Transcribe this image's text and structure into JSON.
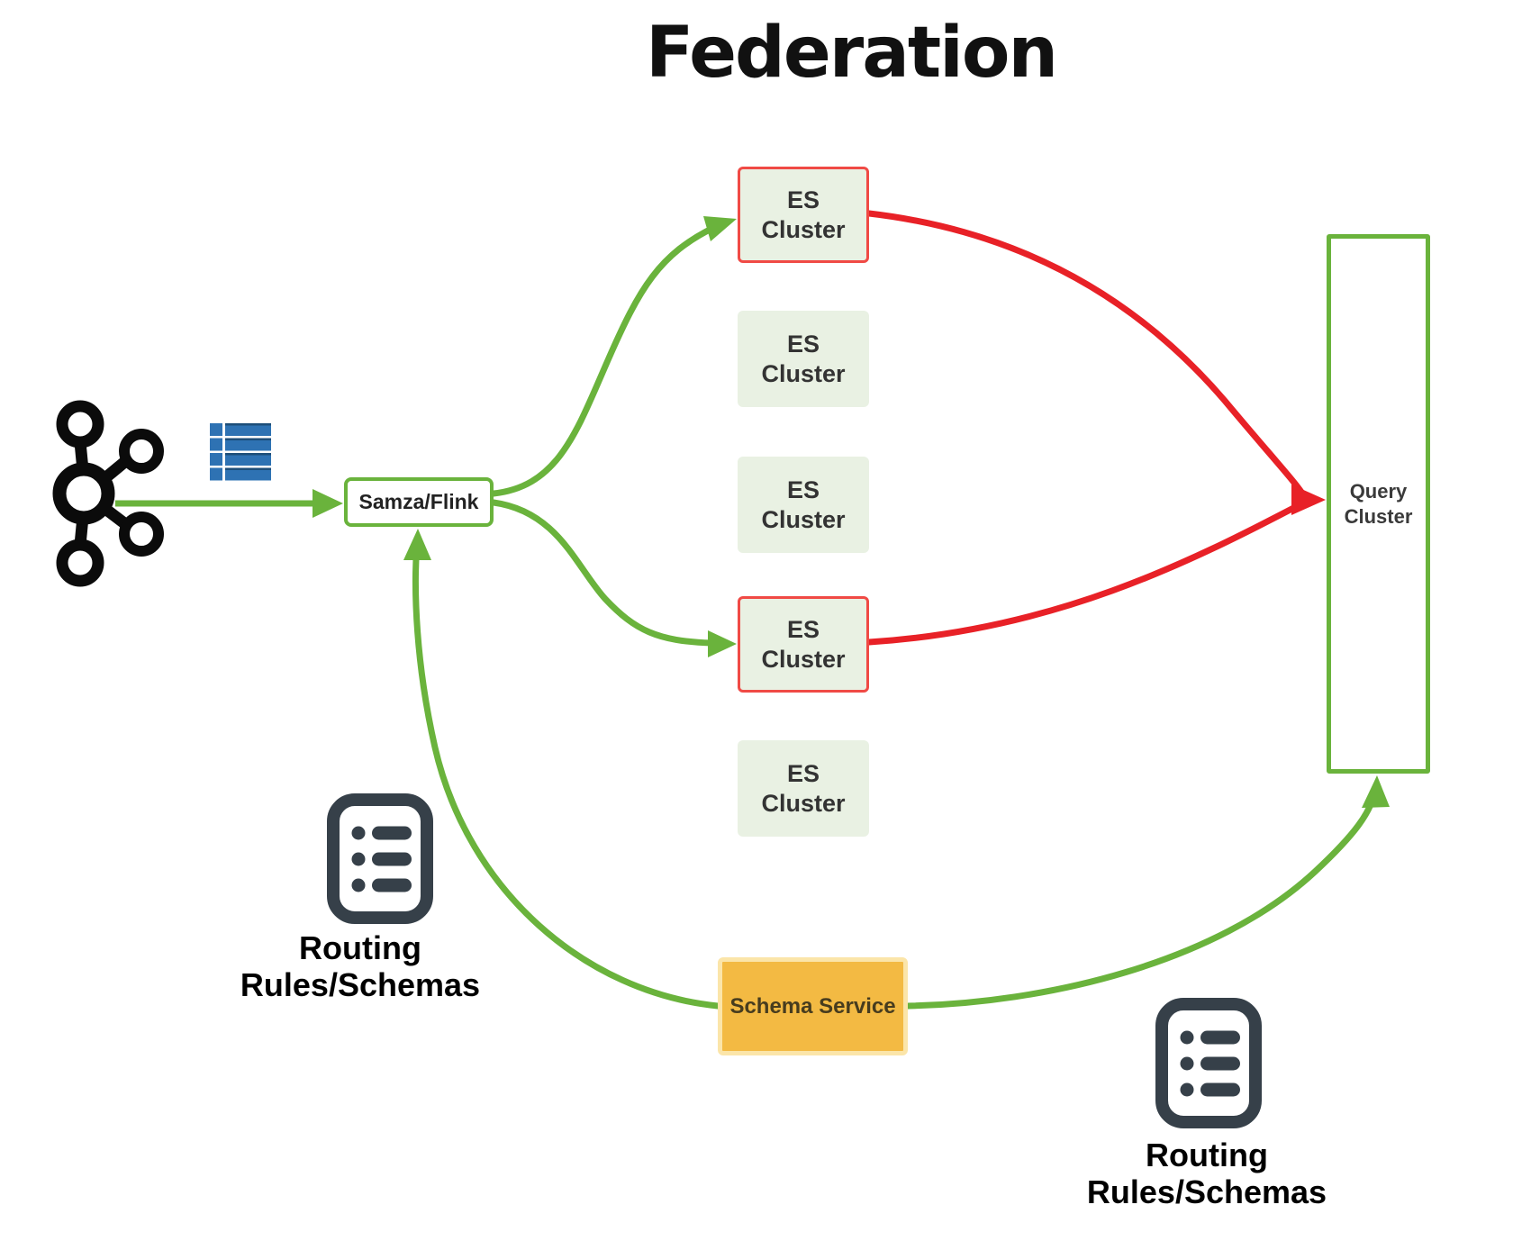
{
  "title": "Federation",
  "colors": {
    "green": "#6ab33c",
    "red": "#e82127",
    "red_border": "#f04a45",
    "es_fill": "#e9f1e3",
    "schema_fill": "#f3ba43",
    "schema_border": "#fbe5a9",
    "icon_dark": "#364049",
    "icon_blue": "#2e72b3",
    "icon_blue_dark": "#1d4e79",
    "text_dark": "#333333"
  },
  "nodes": {
    "kafka": {
      "icon": "kafka-logo"
    },
    "topic_table": {
      "icon": "topic-table"
    },
    "samza": {
      "label": "Samza/Flink"
    },
    "es_clusters": [
      {
        "label": "ES\nCluster",
        "highlighted": true
      },
      {
        "label": "ES\nCluster",
        "highlighted": false
      },
      {
        "label": "ES\nCluster",
        "highlighted": false
      },
      {
        "label": "ES\nCluster",
        "highlighted": true
      },
      {
        "label": "ES\nCluster",
        "highlighted": false
      }
    ],
    "query_cluster": {
      "label": "Query\nCluster"
    },
    "schema_service": {
      "label": "Schema Service"
    },
    "routing_rules_left": {
      "label": "Routing\nRules/Schemas",
      "icon": "list-rules"
    },
    "routing_rules_right": {
      "label": "Routing\nRules/Schemas",
      "icon": "list-rules"
    }
  },
  "edges": [
    {
      "from": "kafka",
      "to": "samza",
      "color": "green"
    },
    {
      "from": "samza",
      "to": "es_cluster_1",
      "color": "green"
    },
    {
      "from": "samza",
      "to": "es_cluster_4",
      "color": "green"
    },
    {
      "from": "es_cluster_1",
      "to": "query_cluster",
      "color": "red"
    },
    {
      "from": "es_cluster_4",
      "to": "query_cluster",
      "color": "red"
    },
    {
      "from": "schema_service",
      "to": "samza",
      "color": "green"
    },
    {
      "from": "schema_service",
      "to": "query_cluster",
      "color": "green"
    }
  ]
}
